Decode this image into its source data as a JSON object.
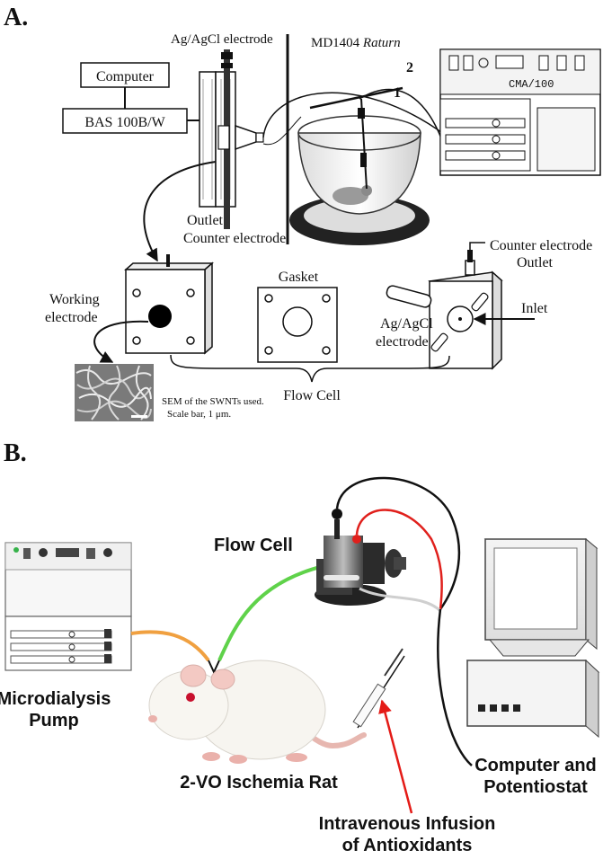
{
  "panel_a": {
    "label": "A.",
    "computer": "Computer",
    "bas": "BAS 100B/W",
    "agagcl_electrode_top": "Ag/AgCl electrode",
    "md1404": "MD1404",
    "raturn": "Raturn",
    "line2": "2",
    "line1": "1",
    "pump_label": "CMA/100",
    "outlet": "Outlet",
    "counter_electrode": "Counter electrode",
    "counter_electrode_right": "Counter electrode",
    "outlet_right": "Outlet",
    "working1": "Working",
    "working2": "electrode",
    "gasket": "Gasket",
    "agagcl_r1": "Ag/AgCl",
    "agagcl_r2": "electrode",
    "inlet": "Inlet",
    "sem1": "SEM of the SWNTs used.",
    "sem2": "Scale bar, 1 μm.",
    "flow_cell": "Flow Cell"
  },
  "panel_b": {
    "label": "B.",
    "flow_cell": "Flow Cell",
    "pump1": "Microdialysis",
    "pump2": "Pump",
    "rat": "2-VO Ischemia Rat",
    "comp1": "Computer and",
    "comp2": "Potentiostat",
    "iv1": "Intravenous Infusion",
    "iv2": "of Antioxidants"
  },
  "colors": {
    "tube_orange": "#f0a040",
    "tube_green": "#5fd24a",
    "wire_red": "#e0201c",
    "wire_black": "#111111",
    "arrow_red": "#e41b17"
  }
}
